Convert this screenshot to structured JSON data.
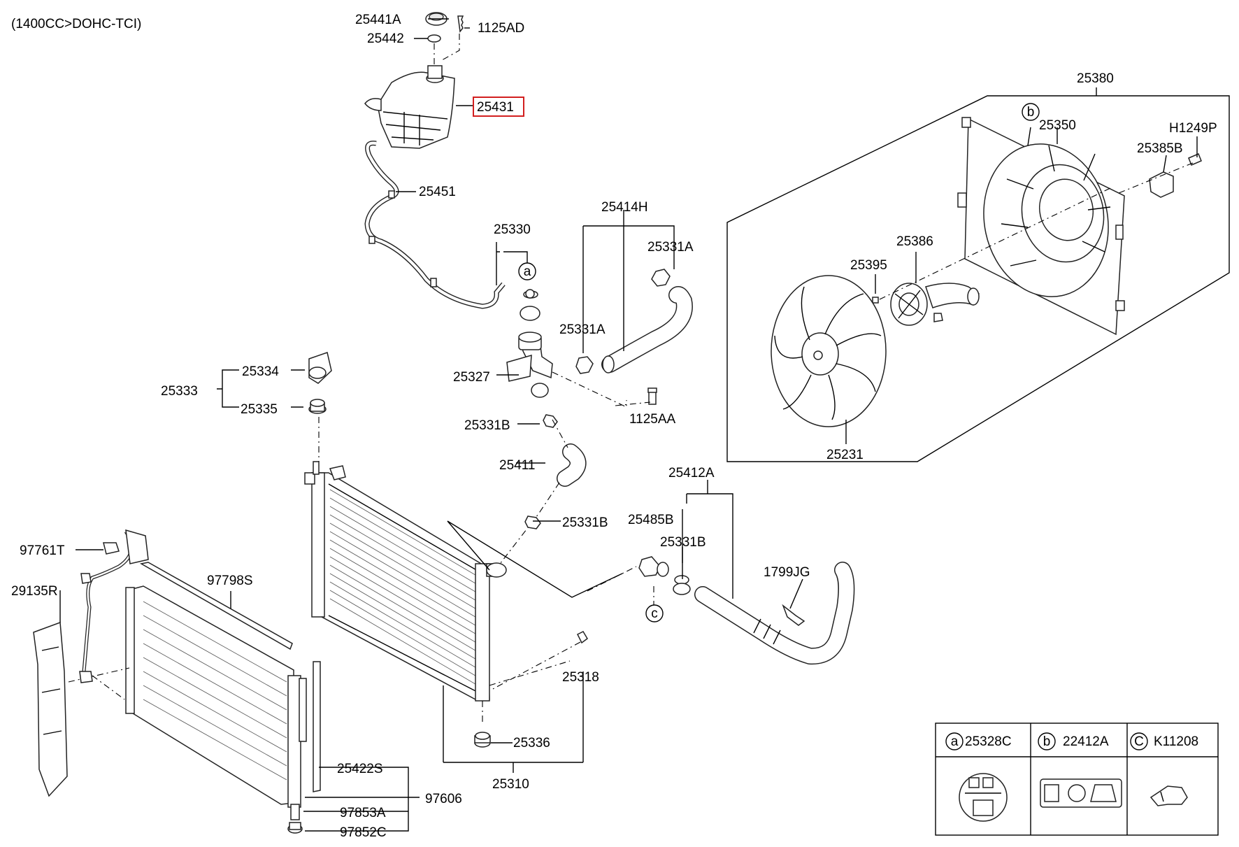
{
  "header": {
    "engine_note": "(1400CC>DOHC-TCI)"
  },
  "labels": {
    "p25441A": "25441A",
    "p25442": "25442",
    "p1125AD": "1125AD",
    "p25431": "25431",
    "p25451": "25451",
    "p25330": "25330",
    "p25414H": "25414H",
    "p25331A_top": "25331A",
    "p25331A_left": "25331A",
    "p25327": "25327",
    "p1125AA": "1125AA",
    "p25333": "25333",
    "p25334": "25334",
    "p25335": "25335",
    "p25331B_a": "25331B",
    "p25411": "25411",
    "p25331B_b": "25331B",
    "p25412A": "25412A",
    "p25485B": "25485B",
    "p25331B_c": "25331B",
    "p1799JG": "1799JG",
    "p25380": "25380",
    "p25350": "25350",
    "pH1249P": "H1249P",
    "p25385B": "25385B",
    "p25386": "25386",
    "p25395": "25395",
    "p25231": "25231",
    "p97761T": "97761T",
    "p29135R": "29135R",
    "p97798S": "97798S",
    "p25318": "25318",
    "p25336": "25336",
    "p25310": "25310",
    "p25422S": "25422S",
    "p97606": "97606",
    "p97853A": "97853A",
    "p97852C": "97852C"
  },
  "callouts": {
    "a": "a",
    "b": "b",
    "c": "c"
  },
  "legend": {
    "a": {
      "letter": "a",
      "part": "25328C"
    },
    "b": {
      "letter": "b",
      "part": "22412A"
    },
    "c": {
      "letter": "C",
      "part": "K11208"
    }
  },
  "highlighted_part": "25431",
  "colors": {
    "highlight": "#d21f1f",
    "line": "#000000"
  }
}
